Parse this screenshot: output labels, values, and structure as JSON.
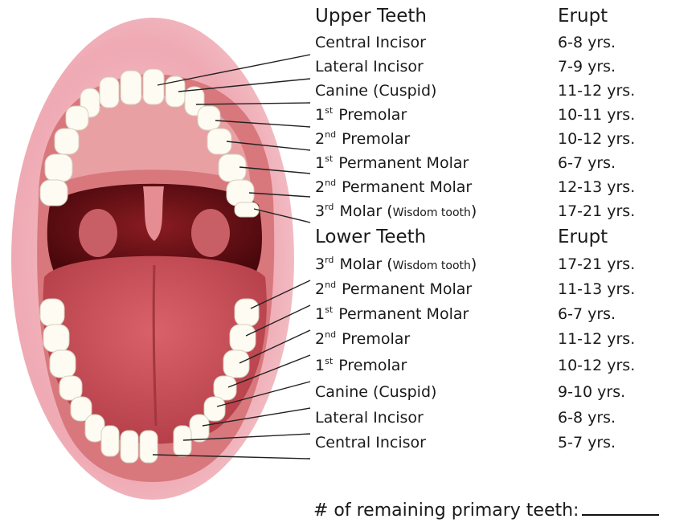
{
  "colors": {
    "lip": "#efaab4",
    "gum": "#d8787c",
    "throat": "#5a0e12",
    "tongue": "#c84c55",
    "tooth": "#fdfbf2",
    "text": "#1a1a1a"
  },
  "upper": {
    "heading": "Upper Teeth",
    "erupt_heading": "Erupt",
    "items": [
      {
        "sup": "",
        "name": "Central Incisor",
        "note": "",
        "age": "6-8 yrs."
      },
      {
        "sup": "",
        "name": "Lateral Incisor",
        "note": "",
        "age": "7-9 yrs."
      },
      {
        "sup": "",
        "name": "Canine (Cuspid)",
        "note": "",
        "age": "11-12 yrs."
      },
      {
        "sup": "st",
        "name": "Premolar",
        "note": "",
        "age": "10-11 yrs."
      },
      {
        "sup": "nd",
        "name": "Premolar",
        "note": "",
        "age": "10-12 yrs."
      },
      {
        "sup": "st",
        "name": "Permanent Molar",
        "note": "",
        "age": "6-7 yrs."
      },
      {
        "sup": "nd",
        "name": "Permanent Molar",
        "note": "",
        "age": "12-13 yrs."
      },
      {
        "sup": "rd",
        "name": "Molar (",
        "note": "Wisdom tooth",
        "age": "17-21 yrs."
      }
    ]
  },
  "lower": {
    "heading": "Lower Teeth",
    "erupt_heading": "Erupt",
    "items": [
      {
        "sup": "rd",
        "name": "Molar (",
        "note": "Wisdom tooth",
        "age": "17-21 yrs."
      },
      {
        "sup": "nd",
        "name": "Permanent Molar",
        "note": "",
        "age": "11-13 yrs."
      },
      {
        "sup": "st",
        "name": "Permanent Molar",
        "note": "",
        "age": "6-7 yrs."
      },
      {
        "sup": "nd",
        "name": "Premolar",
        "note": "",
        "age": "11-12 yrs."
      },
      {
        "sup": "st",
        "name": "Premolar",
        "note": "",
        "age": "10-12 yrs."
      },
      {
        "sup": "",
        "name": "Canine (Cuspid)",
        "note": "",
        "age": "9-10 yrs."
      },
      {
        "sup": "",
        "name": "Lateral Incisor",
        "note": "",
        "age": "6-8 yrs."
      },
      {
        "sup": "",
        "name": "Central Incisor",
        "note": "",
        "age": "5-7 yrs."
      }
    ]
  },
  "ordinals": {
    "st": "1",
    "nd": "2",
    "rd": "3"
  },
  "footer": {
    "label": "# of remaining primary teeth:"
  }
}
